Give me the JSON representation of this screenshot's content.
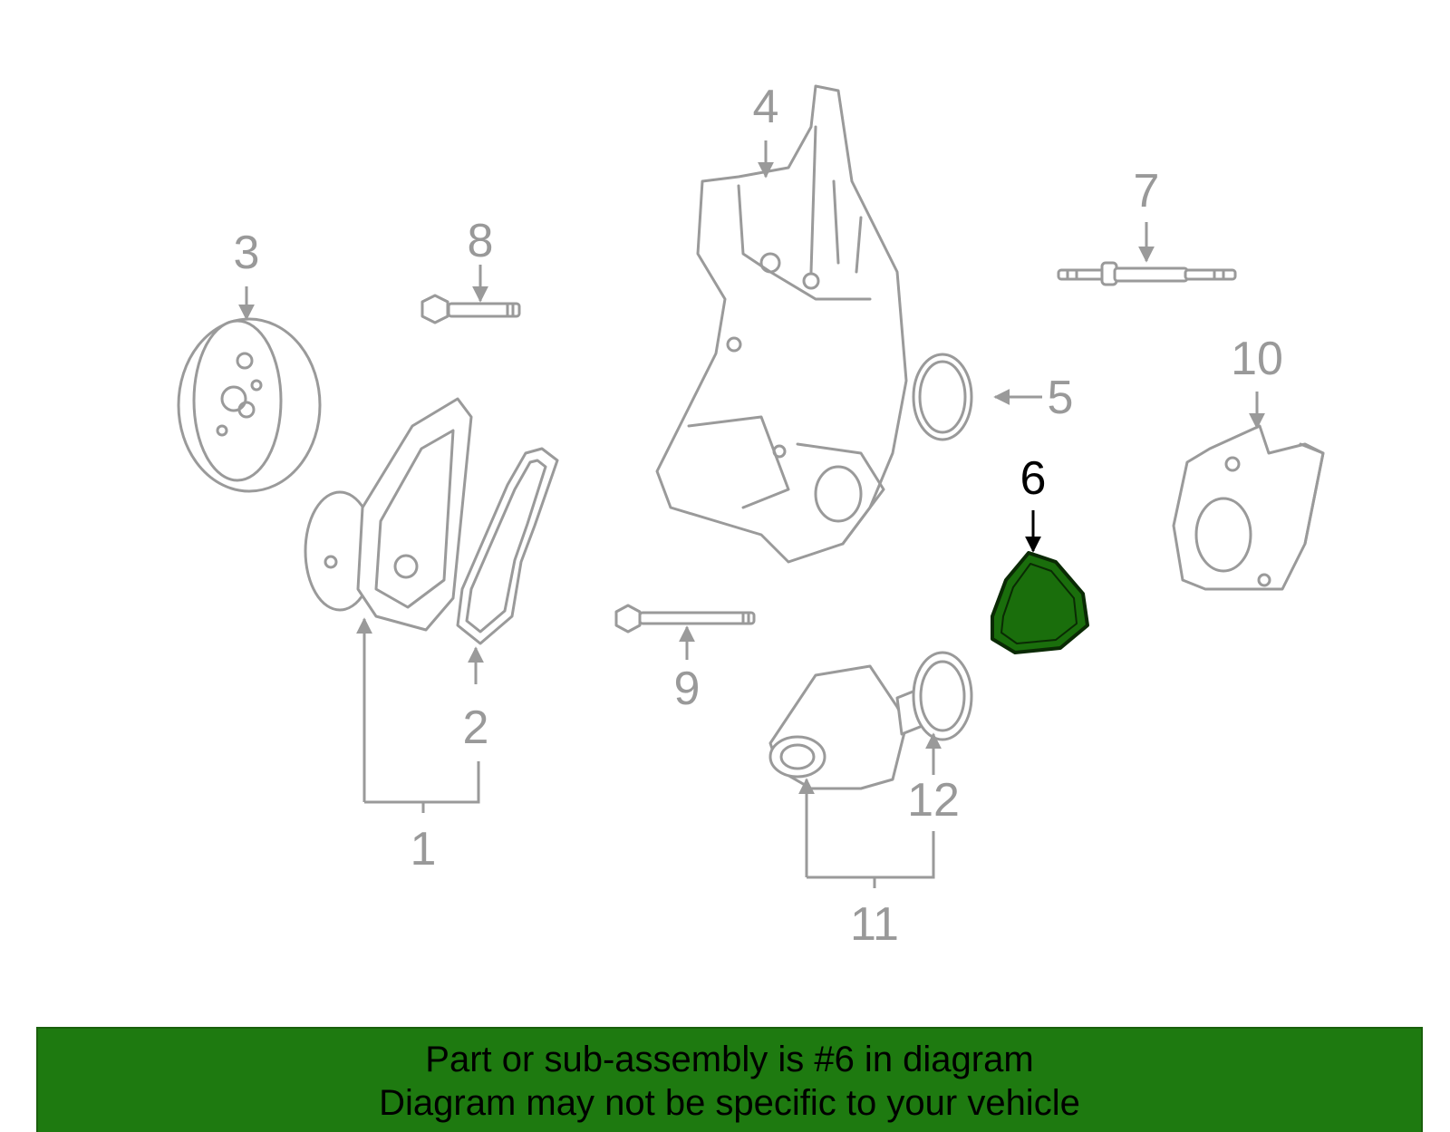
{
  "diagram": {
    "callouts": {
      "c1": "1",
      "c2": "2",
      "c3": "3",
      "c4": "4",
      "c5": "5",
      "c6": "6",
      "c7": "7",
      "c8": "8",
      "c9": "9",
      "c10": "10",
      "c11": "11",
      "c12": "12"
    },
    "selected_part": "6",
    "colors": {
      "highlight_fill": "#1a6e0c",
      "highlight_stroke": "#0a2a04",
      "line_gray": "#9a9a9a",
      "banner_bg": "#1e7a10"
    }
  },
  "banner": {
    "line1": "Part or sub-assembly is #6 in diagram",
    "line2": "Diagram may not be specific to your vehicle"
  }
}
